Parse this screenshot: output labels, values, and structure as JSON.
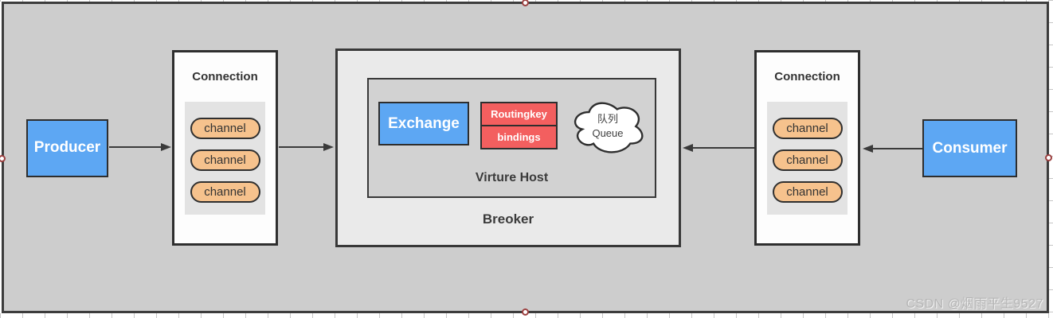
{
  "watermark": "CSDN @烟雨平生9527",
  "producer": {
    "label": "Producer"
  },
  "consumer": {
    "label": "Consumer"
  },
  "connection_left": {
    "title": "Connection",
    "channels": [
      "channel",
      "channel",
      "channel"
    ]
  },
  "connection_right": {
    "title": "Connection",
    "channels": [
      "channel",
      "channel",
      "channel"
    ]
  },
  "broker": {
    "label": "Breoker"
  },
  "virtual_host": {
    "label": "Virture Host"
  },
  "exchange": {
    "label": "Exchange"
  },
  "routing": {
    "routingkey": "Routingkey",
    "bindings": "bindings"
  },
  "queue": {
    "label_zh": "队列",
    "label_en": "Queue"
  },
  "colors": {
    "node_blue": "#5da7f3",
    "channel_orange": "#f6c28d",
    "routing_red": "#f35f5f",
    "canvas_gray": "#cdcdcd",
    "broker_fill": "#eaeaea",
    "virtual_host_fill": "#d2d2d2",
    "line_dark": "#3a3a3a"
  }
}
